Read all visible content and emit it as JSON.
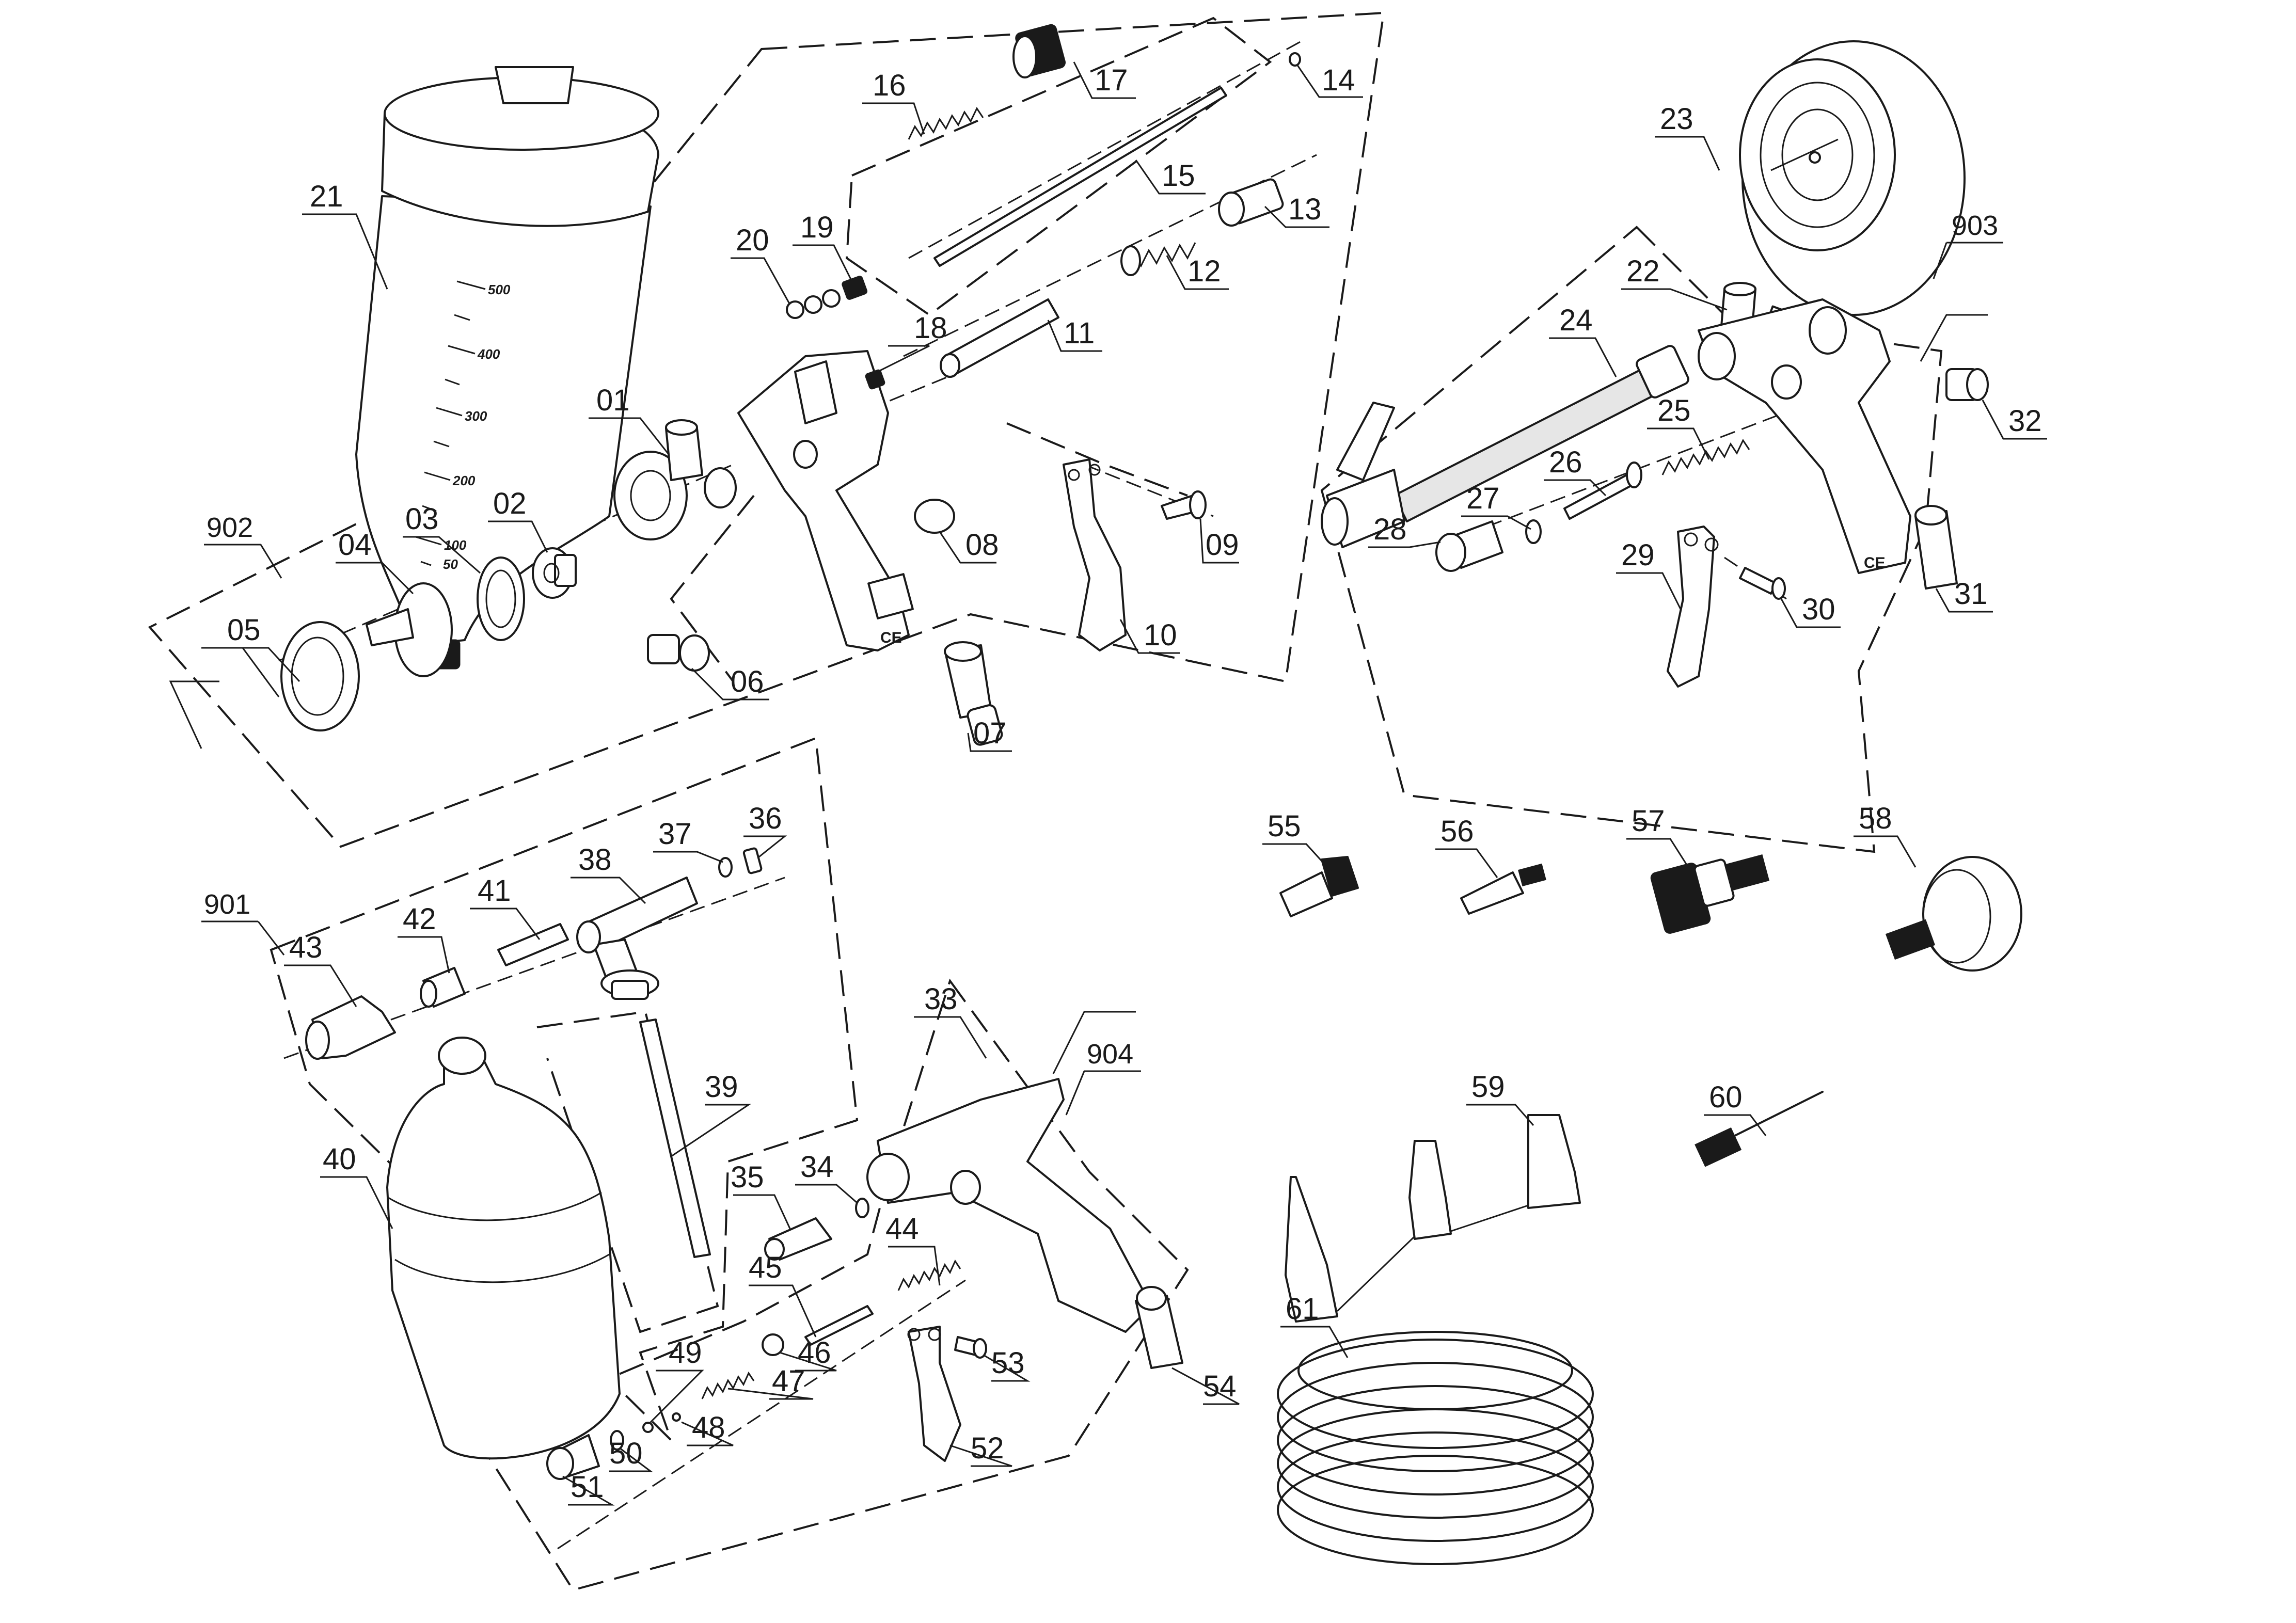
{
  "diagram": {
    "type": "exploded-parts-diagram",
    "colors": {
      "line": "#1a1a1a",
      "background": "#ffffff"
    },
    "groups": [
      {
        "id": "901",
        "label": "901",
        "members": [
          "36",
          "37",
          "38",
          "41",
          "42",
          "43"
        ]
      },
      {
        "id": "902",
        "label": "902",
        "members": [
          "01",
          "02",
          "03",
          "04",
          "05",
          "06",
          "07",
          "08",
          "09",
          "10",
          "11",
          "12",
          "13",
          "14",
          "15",
          "16",
          "17",
          "18",
          "19",
          "20"
        ]
      },
      {
        "id": "903",
        "label": "903",
        "members": [
          "22",
          "24",
          "25",
          "26",
          "27",
          "28",
          "29",
          "30",
          "32"
        ]
      },
      {
        "id": "904",
        "label": "904",
        "members": [
          "33",
          "34",
          "35",
          "44",
          "45",
          "46",
          "47",
          "48",
          "49",
          "50",
          "51",
          "52",
          "53"
        ]
      }
    ],
    "parts": {
      "p01": "01",
      "p02": "02",
      "p03": "03",
      "p04": "04",
      "p05": "05",
      "p06": "06",
      "p07": "07",
      "p08": "08",
      "p09": "09",
      "p10": "10",
      "p11": "11",
      "p12": "12",
      "p13": "13",
      "p14": "14",
      "p15": "15",
      "p16": "16",
      "p17": "17",
      "p18": "18",
      "p19": "19",
      "p20": "20",
      "p21": "21",
      "p22": "22",
      "p23": "23",
      "p24": "24",
      "p25": "25",
      "p26": "26",
      "p27": "27",
      "p28": "28",
      "p29": "29",
      "p30": "30",
      "p31": "31",
      "p32": "32",
      "p33": "33",
      "p34": "34",
      "p35": "35",
      "p36": "36",
      "p37": "37",
      "p38": "38",
      "p39": "39",
      "p40": "40",
      "p41": "41",
      "p42": "42",
      "p43": "43",
      "p44": "44",
      "p45": "45",
      "p46": "46",
      "p47": "47",
      "p48": "48",
      "p49": "49",
      "p50": "50",
      "p51": "51",
      "p52": "52",
      "p53": "53",
      "p54": "54",
      "p55": "55",
      "p56": "56",
      "p57": "57",
      "p58": "58",
      "p59": "59",
      "p60": "60",
      "p61": "61"
    },
    "cup_scale": {
      "m500": "500",
      "m400": "400",
      "m300": "300",
      "m200": "200",
      "m100": "100",
      "m50": "50"
    },
    "ce_mark": "CE"
  }
}
